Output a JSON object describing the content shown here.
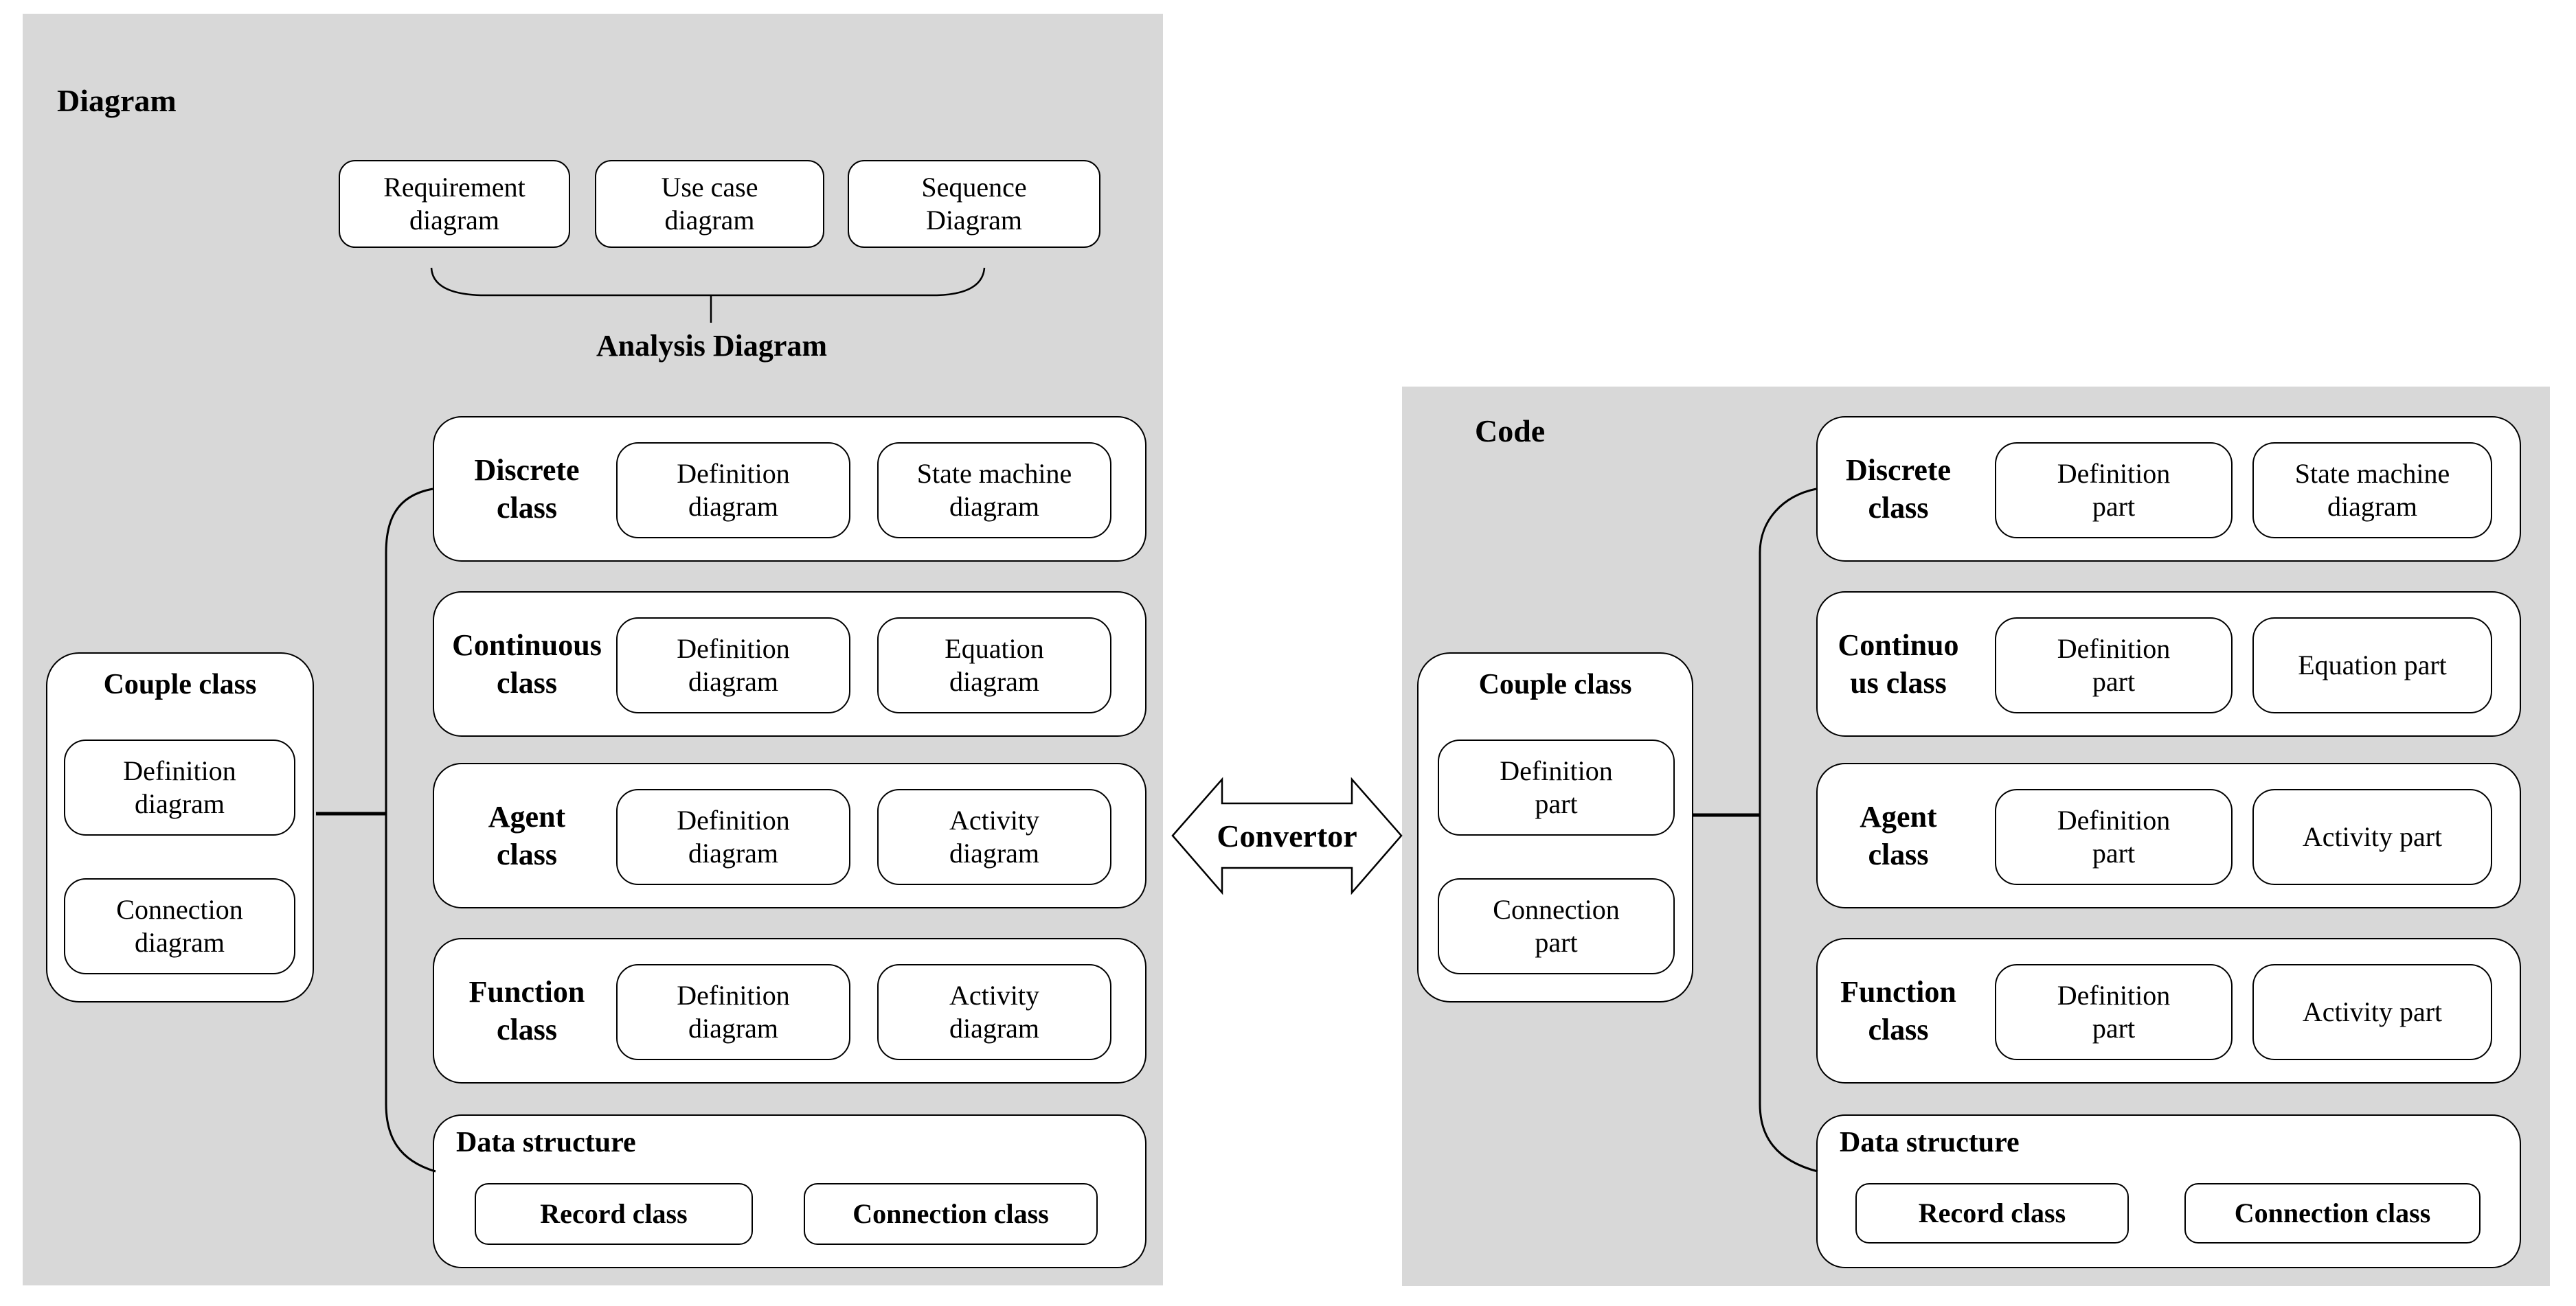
{
  "colors": {
    "panel_bg": "#d8d8d8",
    "box_bg": "#ffffff",
    "line": "#000000"
  },
  "left_panel": {
    "title": "Diagram",
    "top_boxes": [
      "Requirement\ndiagram",
      "Use case\ndiagram",
      "Sequence\nDiagram"
    ],
    "analysis_label": "Analysis Diagram",
    "rows": [
      {
        "label": "Discrete\nclass",
        "boxes": [
          "Definition\ndiagram",
          "State machine\ndiagram"
        ]
      },
      {
        "label": "Continuous\nclass",
        "boxes": [
          "Definition\ndiagram",
          "Equation\ndiagram"
        ]
      },
      {
        "label": "Agent\nclass",
        "boxes": [
          "Definition\ndiagram",
          "Activity\ndiagram"
        ]
      },
      {
        "label": "Function\nclass",
        "boxes": [
          "Definition\ndiagram",
          "Activity\ndiagram"
        ]
      }
    ],
    "data_structure": {
      "label": "Data structure",
      "boxes": [
        "Record class",
        "Connection class"
      ]
    },
    "couple": {
      "label": "Couple class",
      "boxes": [
        "Definition\ndiagram",
        "Connection\ndiagram"
      ]
    }
  },
  "convertor": {
    "label": "Convertor"
  },
  "right_panel": {
    "title": "Code",
    "top_boxes": [],
    "rows": [
      {
        "label": "Discrete\nclass",
        "boxes": [
          "Definition\npart",
          "State machine\ndiagram"
        ]
      },
      {
        "label": "Continuo\nus class",
        "boxes": [
          "Definition\npart",
          "Equation part"
        ]
      },
      {
        "label": "Agent\nclass",
        "boxes": [
          "Definition\npart",
          "Activity part"
        ]
      },
      {
        "label": "Function\nclass",
        "boxes": [
          "Definition\npart",
          "Activity part"
        ]
      }
    ],
    "data_structure": {
      "label": "Data structure",
      "boxes": [
        "Record class",
        "Connection class"
      ]
    },
    "couple": {
      "label": "Couple class",
      "boxes": [
        "Definition\npart",
        "Connection\npart"
      ]
    }
  }
}
